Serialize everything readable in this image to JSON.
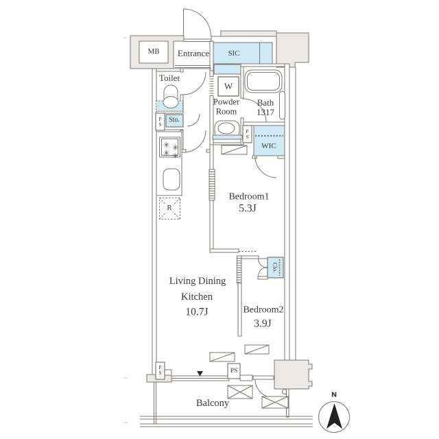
{
  "rooms": {
    "meter_box": "MB",
    "entrance": "Entrance",
    "shoe_closet": "SIC",
    "toilet": "Toilet",
    "washing_machine": "W",
    "powder_room": "Powder\nRoom",
    "bath": "Bath\n1317",
    "storage": "Sto.",
    "walk_in_closet": "WIC",
    "closet": "Clo.",
    "bedroom1": "Bedroom1",
    "bedroom1_size": "5.3J",
    "bedroom2": "Bedroom2",
    "bedroom2_size": "3.9J",
    "living_dining": "Living Dining",
    "kitchen": "Kitchen",
    "ldk_size": "10.7J",
    "refrigerator": "R",
    "pipe_space_vertical": "P\nS",
    "pipe_space_horizontal": "PS",
    "balcony": "Balcony"
  },
  "compass": {
    "north": "N"
  },
  "colors": {
    "closet_fill": "#cfe9f5",
    "wall_block_fill": "#ebe9e6",
    "line": "#7c776f"
  }
}
